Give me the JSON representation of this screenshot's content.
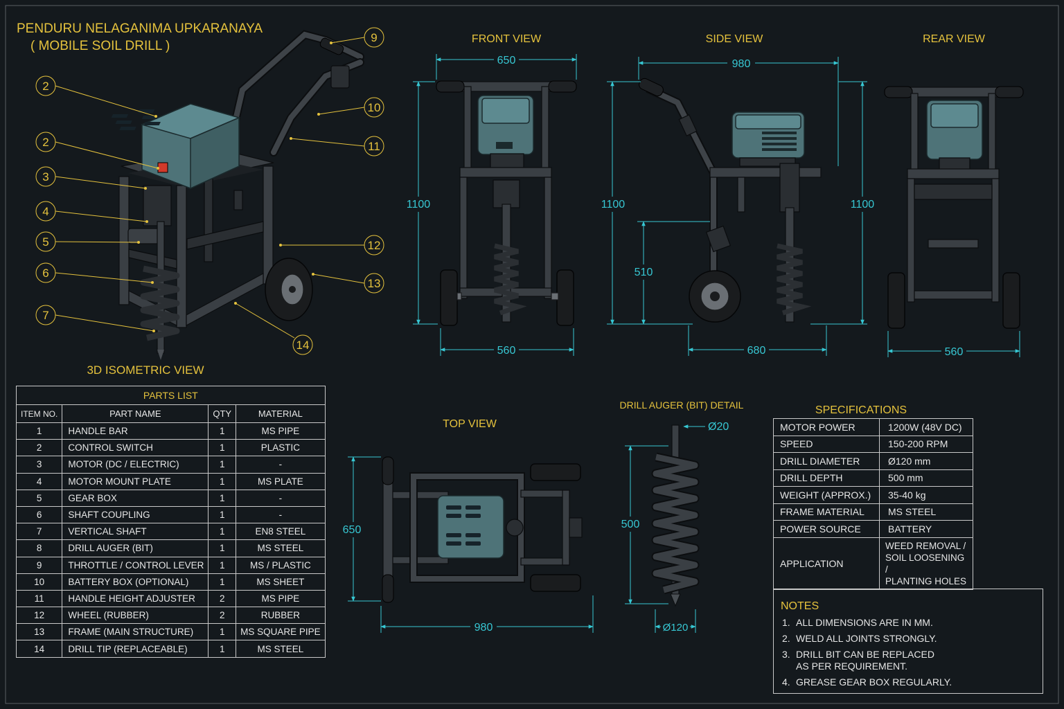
{
  "title": {
    "line1": "PENDURU NELAGANIMA UPKARANAYA",
    "line2": "( MOBILE SOIL DRILL )"
  },
  "views": {
    "isometric": "3D ISOMETRIC VIEW",
    "front": "FRONT VIEW",
    "side": "SIDE VIEW",
    "rear": "REAR VIEW",
    "top": "TOP VIEW",
    "auger": "DRILL AUGER (BIT) DETAIL"
  },
  "dimensions": {
    "front": {
      "width_top": "650",
      "height": "1100",
      "width_bottom": "560"
    },
    "side": {
      "length_top": "980",
      "height": "1100",
      "axle_height": "510",
      "base": "680"
    },
    "rear": {
      "height": "1100",
      "width_bottom": "560"
    },
    "top": {
      "width": "650",
      "length": "980"
    },
    "auger": {
      "shaft_dia": "Ø20",
      "length": "500",
      "bit_dia": "Ø120"
    }
  },
  "callouts": [
    "2",
    "2",
    "3",
    "4",
    "5",
    "6",
    "7",
    "9",
    "10",
    "11",
    "12",
    "13",
    "14"
  ],
  "parts_list": {
    "caption": "PARTS LIST",
    "headers": [
      "ITEM NO.",
      "PART NAME",
      "QTY",
      "MATERIAL"
    ],
    "rows": [
      [
        "1",
        "HANDLE BAR",
        "1",
        "MS PIPE"
      ],
      [
        "2",
        "CONTROL SWITCH",
        "1",
        "PLASTIC"
      ],
      [
        "3",
        "MOTOR (DC / ELECTRIC)",
        "1",
        "-"
      ],
      [
        "4",
        "MOTOR MOUNT PLATE",
        "1",
        "MS PLATE"
      ],
      [
        "5",
        "GEAR BOX",
        "1",
        "-"
      ],
      [
        "6",
        "SHAFT COUPLING",
        "1",
        "-"
      ],
      [
        "7",
        "VERTICAL SHAFT",
        "1",
        "EN8 STEEL"
      ],
      [
        "8",
        "DRILL AUGER (BIT)",
        "1",
        "MS STEEL"
      ],
      [
        "9",
        "THROTTLE / CONTROL LEVER",
        "1",
        "MS / PLASTIC"
      ],
      [
        "10",
        "BATTERY BOX (OPTIONAL)",
        "1",
        "MS SHEET"
      ],
      [
        "11",
        "HANDLE HEIGHT ADJUSTER",
        "2",
        "MS PIPE"
      ],
      [
        "12",
        "WHEEL (RUBBER)",
        "2",
        "RUBBER"
      ],
      [
        "13",
        "FRAME (MAIN STRUCTURE)",
        "1",
        "MS SQUARE PIPE"
      ],
      [
        "14",
        "DRILL TIP (REPLACEABLE)",
        "1",
        "MS STEEL"
      ]
    ]
  },
  "specifications": {
    "caption": "SPECIFICATIONS",
    "rows": [
      [
        "MOTOR POWER",
        "1200W (48V DC)"
      ],
      [
        "SPEED",
        "150-200 RPM"
      ],
      [
        "DRILL DIAMETER",
        "Ø120 mm"
      ],
      [
        "DRILL DEPTH",
        "500 mm"
      ],
      [
        "WEIGHT (APPROX.)",
        "35-40 kg"
      ],
      [
        "FRAME MATERIAL",
        "MS STEEL"
      ],
      [
        "POWER SOURCE",
        "BATTERY"
      ],
      [
        "APPLICATION",
        "WEED REMOVAL /\nSOIL LOOSENING /\nPLANTING HOLES"
      ]
    ]
  },
  "notes": {
    "caption": "NOTES",
    "items": [
      [
        "1.",
        "ALL DIMENSIONS ARE IN MM."
      ],
      [
        "2.",
        "WELD ALL JOINTS STRONGLY."
      ],
      [
        "3.",
        "DRILL BIT CAN BE REPLACED\nAS PER REQUIREMENT."
      ],
      [
        "4.",
        "GREASE GEAR BOX REGULARLY."
      ]
    ]
  },
  "colors": {
    "background": "#14191d",
    "label": "#e5c23d",
    "dimension": "#37c7d3",
    "text": "#e6e6e6",
    "motor": "#4e7378"
  }
}
